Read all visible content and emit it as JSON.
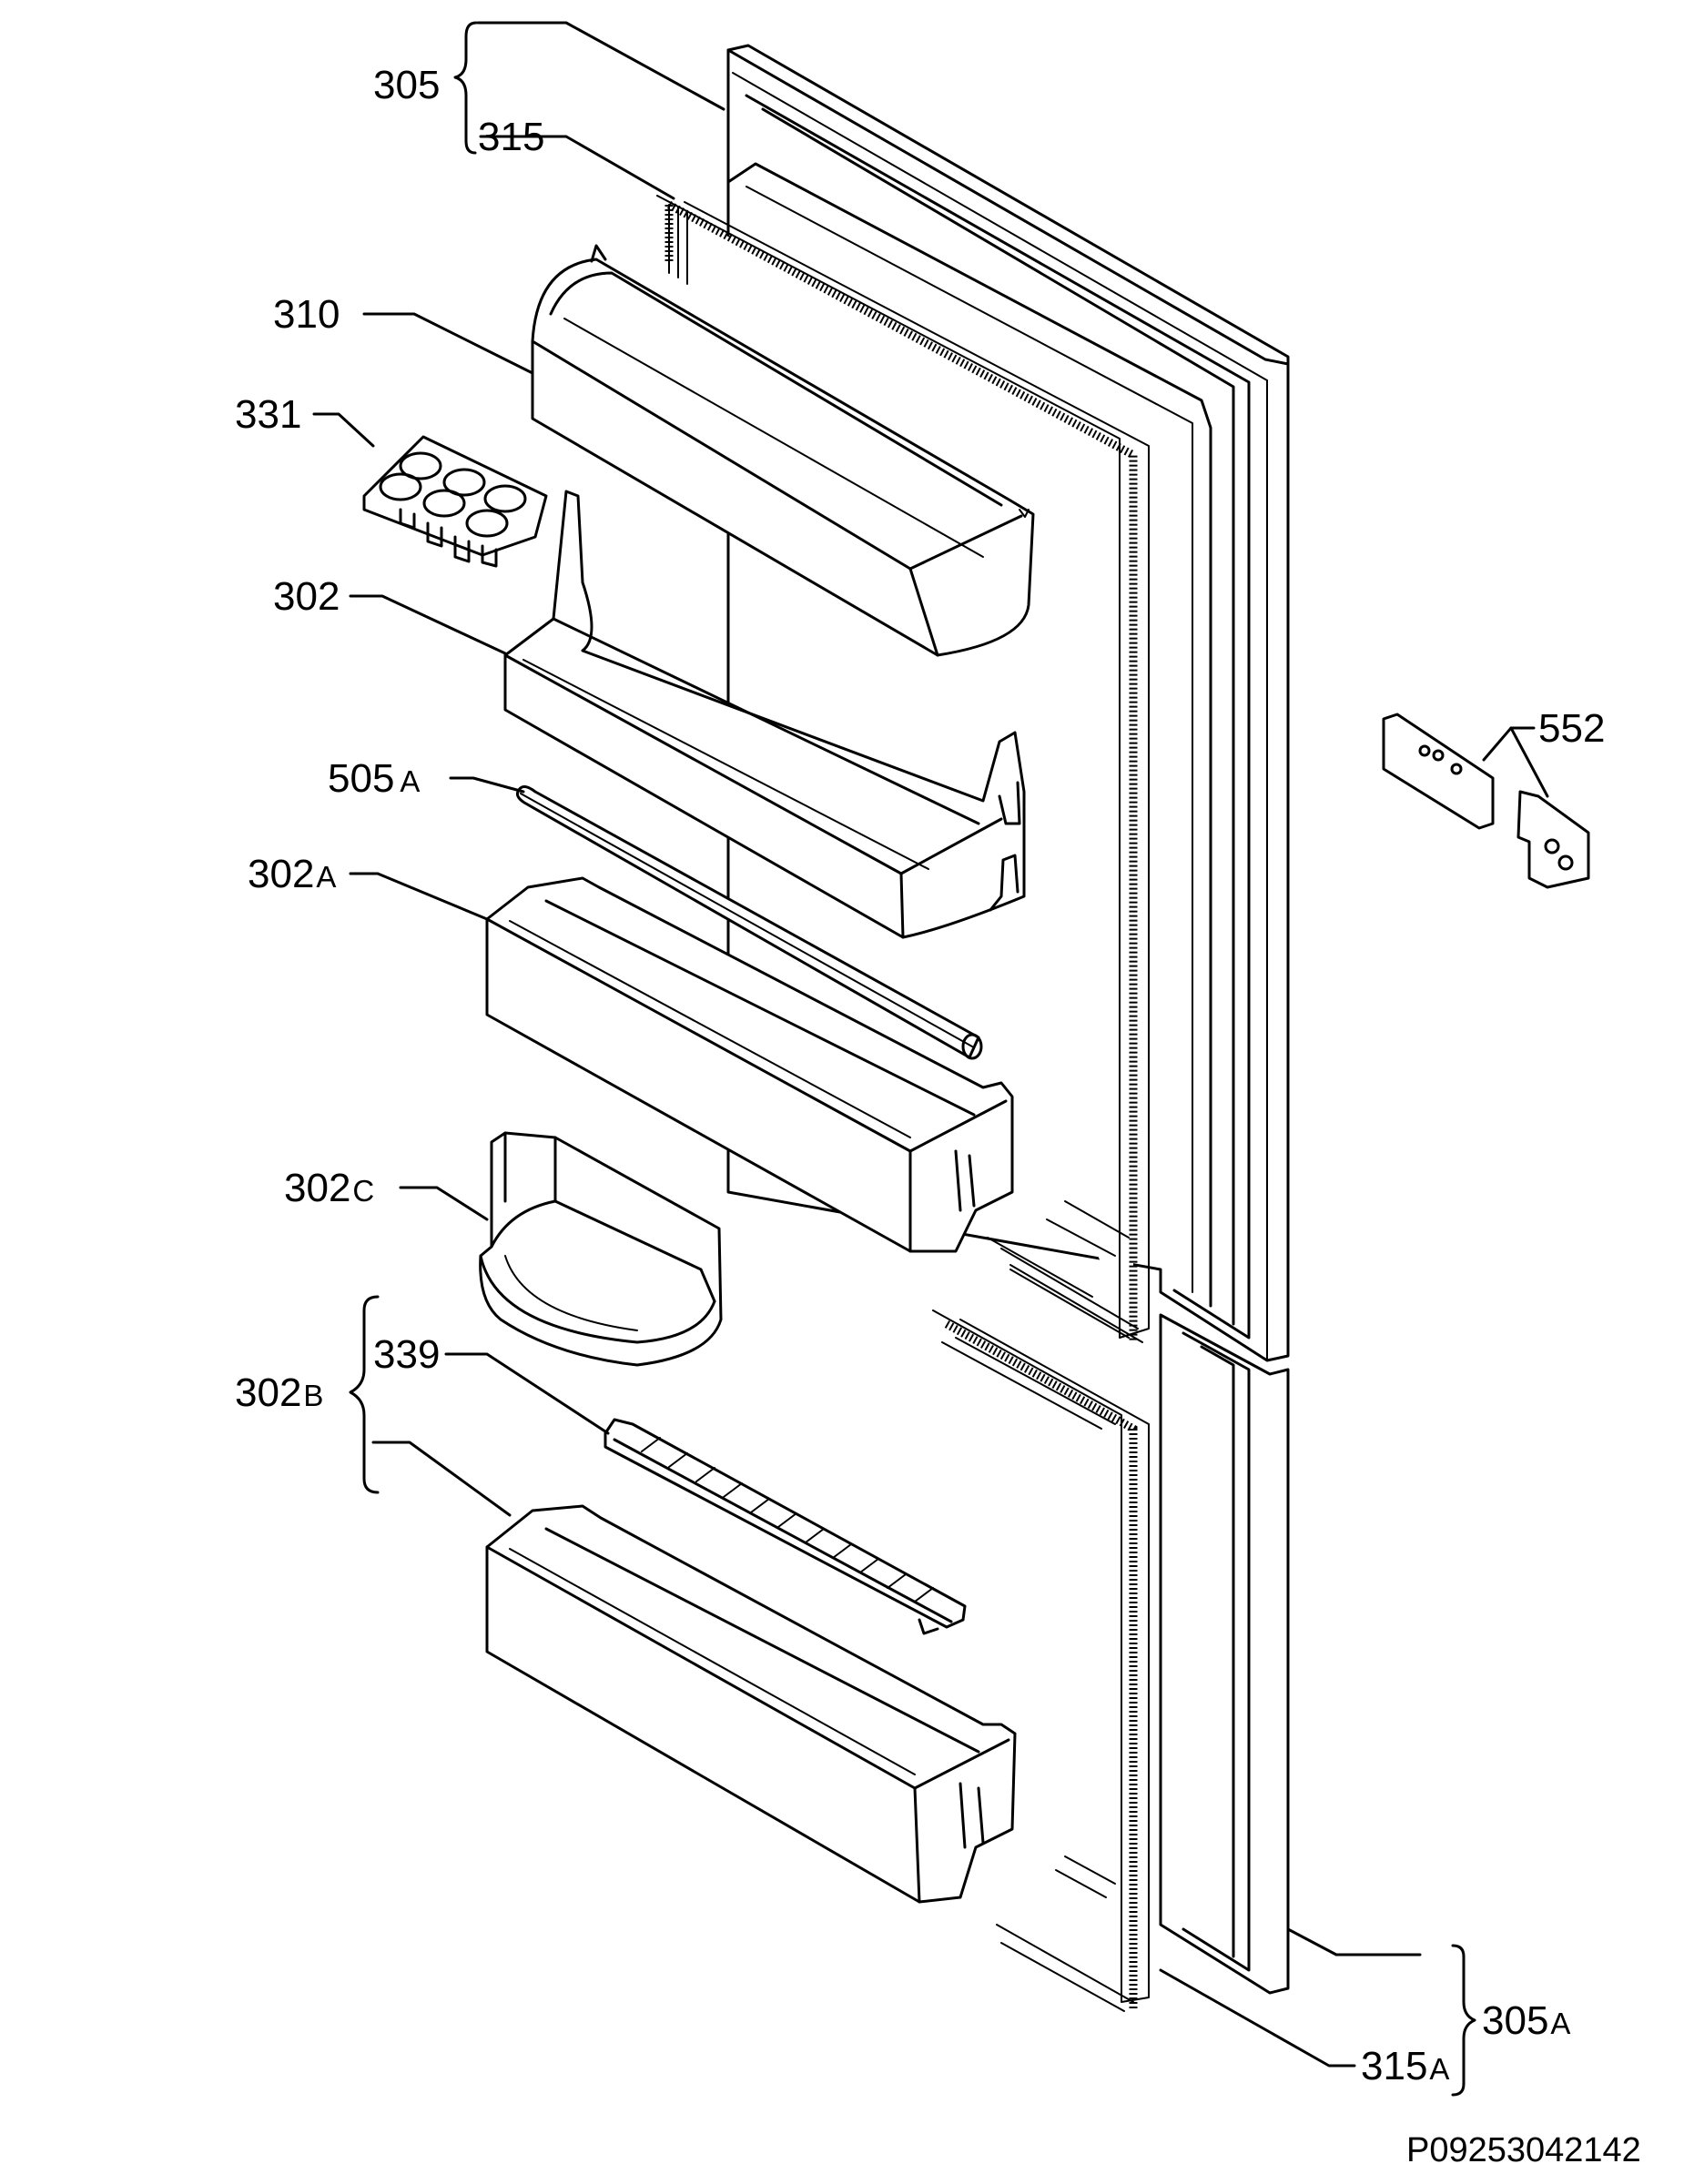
{
  "labels": {
    "l305": {
      "num": "305",
      "suf": ""
    },
    "l315": {
      "num": "315",
      "suf": ""
    },
    "l310": {
      "num": "310",
      "suf": ""
    },
    "l331": {
      "num": "331",
      "suf": ""
    },
    "l302": {
      "num": "302",
      "suf": ""
    },
    "l505a": {
      "num": "505",
      "suf": "A"
    },
    "l302a": {
      "num": "302",
      "suf": "A"
    },
    "l302c": {
      "num": "302",
      "suf": "C"
    },
    "l339": {
      "num": "339",
      "suf": ""
    },
    "l302b": {
      "num": "302",
      "suf": "B"
    },
    "l552": {
      "num": "552",
      "suf": ""
    },
    "l305a": {
      "num": "305",
      "suf": "A"
    },
    "l315a": {
      "num": "315",
      "suf": "A"
    }
  },
  "reference": "P09253042142"
}
